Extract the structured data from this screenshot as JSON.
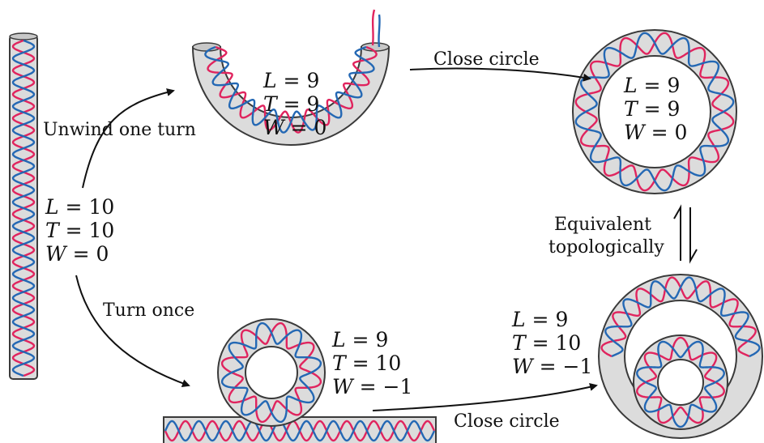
{
  "colors": {
    "tube_fill": "#dcdcdc",
    "tube_stroke": "#3a3a3a",
    "strand_red": "#e0245e",
    "strand_blue": "#2468b4",
    "text": "#111111"
  },
  "states": {
    "straight": {
      "L": "10",
      "T": "10",
      "W": "0"
    },
    "unwound_open": {
      "L": "9",
      "T": "9",
      "W": "0"
    },
    "unwound_circle": {
      "L": "9",
      "T": "9",
      "W": "0"
    },
    "loop_open": {
      "L": "9",
      "T": "10",
      "W": "−1"
    },
    "supercoil_closed": {
      "L": "9",
      "T": "10",
      "W": "−1"
    }
  },
  "labels": {
    "unwind": "Unwind one turn",
    "close_top": "Close circle",
    "turn_once": "Turn once",
    "close_bottom": "Close circle",
    "equivalent_1": "Equivalent",
    "equivalent_2": "topologically"
  },
  "symbols": {
    "L": "L",
    "T": "T",
    "W": "W",
    "eq": " = "
  }
}
